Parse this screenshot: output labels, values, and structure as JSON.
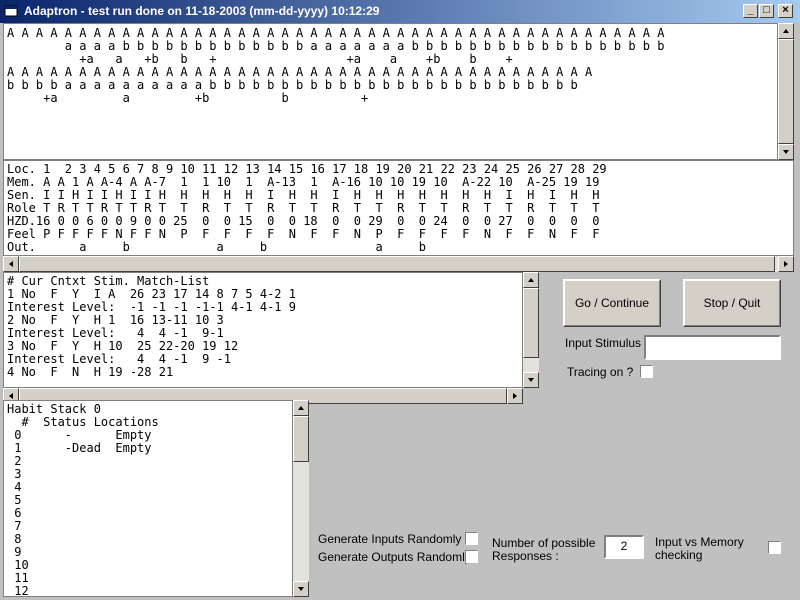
{
  "window": {
    "title": "Adaptron  -  test run done on 11-18-2003 (mm-dd-yyyy) 10:12:29",
    "app_icon": "app-window-icon",
    "min_label": "_",
    "max_label": "□",
    "close_label": "×"
  },
  "sequence_panel": {
    "lines": [
      "A A A A A A A A A A A A A A A A A A A A A A A A A A A A A A A A A A A A A A A A A A A A A A",
      "        a a a a b b b b b b b b b b b b b a a a a a a a b b b b b b b b b b b b b b b b b b",
      "          +a   a   +b   b   +                  +a    a    +b    b    +",
      "A A A A A A A A A A A A A A A A A A A A A A A A A A A A A A A A A A A A A A A A A",
      "b b b b a a a a a a a a a a b b b b b b b b b b b b b b b b b b b b b b b b b b",
      "     +a         a         +b          b          +"
    ]
  },
  "memory_panel": {
    "lines": [
      "Loc. 1  2 3 4 5 6 7 8 9 10 11 12 13 14 15 16 17 18 19 20 21 22 23 24 25 26 27 28 29",
      "Mem. A A 1 A A-4 A A-7  1  1 10  1  A-13  1  A-16 10 10 19 10  A-22 10  A-25 19 19",
      "Sen. I I H I I H I I H  H  H  H  H  I  H  H  I  H  H  H  H  H  H  H  I  H  I  H  H",
      "Role T R T T R T T R T  T  R  T  T  R  T  T  R  T  T  R  T  T  R  T  T  R  T  T  T",
      "HZD.16 0 0 6 0 0 9 0 0 25  0  0 15  0  0 18  0  0 29  0  0 24  0  0 27  0  0  0  0",
      "Feel P F F F F N F F N  P  F  F  F  F  N  F  F  N  P  F  F  F  F  N  F  F  N  F  F",
      "Out.      a     b            a     b               a     b"
    ]
  },
  "match_panel": {
    "lines": [
      "# Cur Cntxt Stim. Match-List",
      "1 No  F  Y  I A  26 23 17 14 8 7 5 4-2 1",
      "Interest Level:  -1 -1 -1 -1-1 4-1 4-1 9",
      "2 No  F  Y  H 1  16 13-11 10 3",
      "Interest Level:   4  4 -1  9-1",
      "3 No  F  Y  H 10  25 22-20 19 12",
      "Interest Level:   4  4 -1  9 -1",
      "4 No  F  N  H 19 -28 21"
    ]
  },
  "habit_panel": {
    "lines": [
      "Habit Stack 0",
      "  #  Status Locations",
      " 0      -      Empty",
      " 1      -Dead  Empty",
      " 2",
      " 3",
      " 4",
      " 5",
      " 6",
      " 7",
      " 8",
      " 9",
      " 10",
      " 11",
      " 12"
    ]
  },
  "controls": {
    "go_continue": "Go / Continue",
    "stop_quit": "Stop / Quit",
    "input_stimulus_label": "Input Stimulus :",
    "input_stimulus_value": "",
    "tracing_label": "Tracing on ?",
    "gen_inputs_label": "Generate Inputs Randomly ?",
    "gen_outputs_label": "Generate Outputs Randomly?",
    "num_responses_label_1": "Number of possible",
    "num_responses_label_2": "Responses :",
    "num_responses_value": "2",
    "input_vs_memory_label_1": "Input vs Memory",
    "input_vs_memory_label_2": "checking"
  }
}
